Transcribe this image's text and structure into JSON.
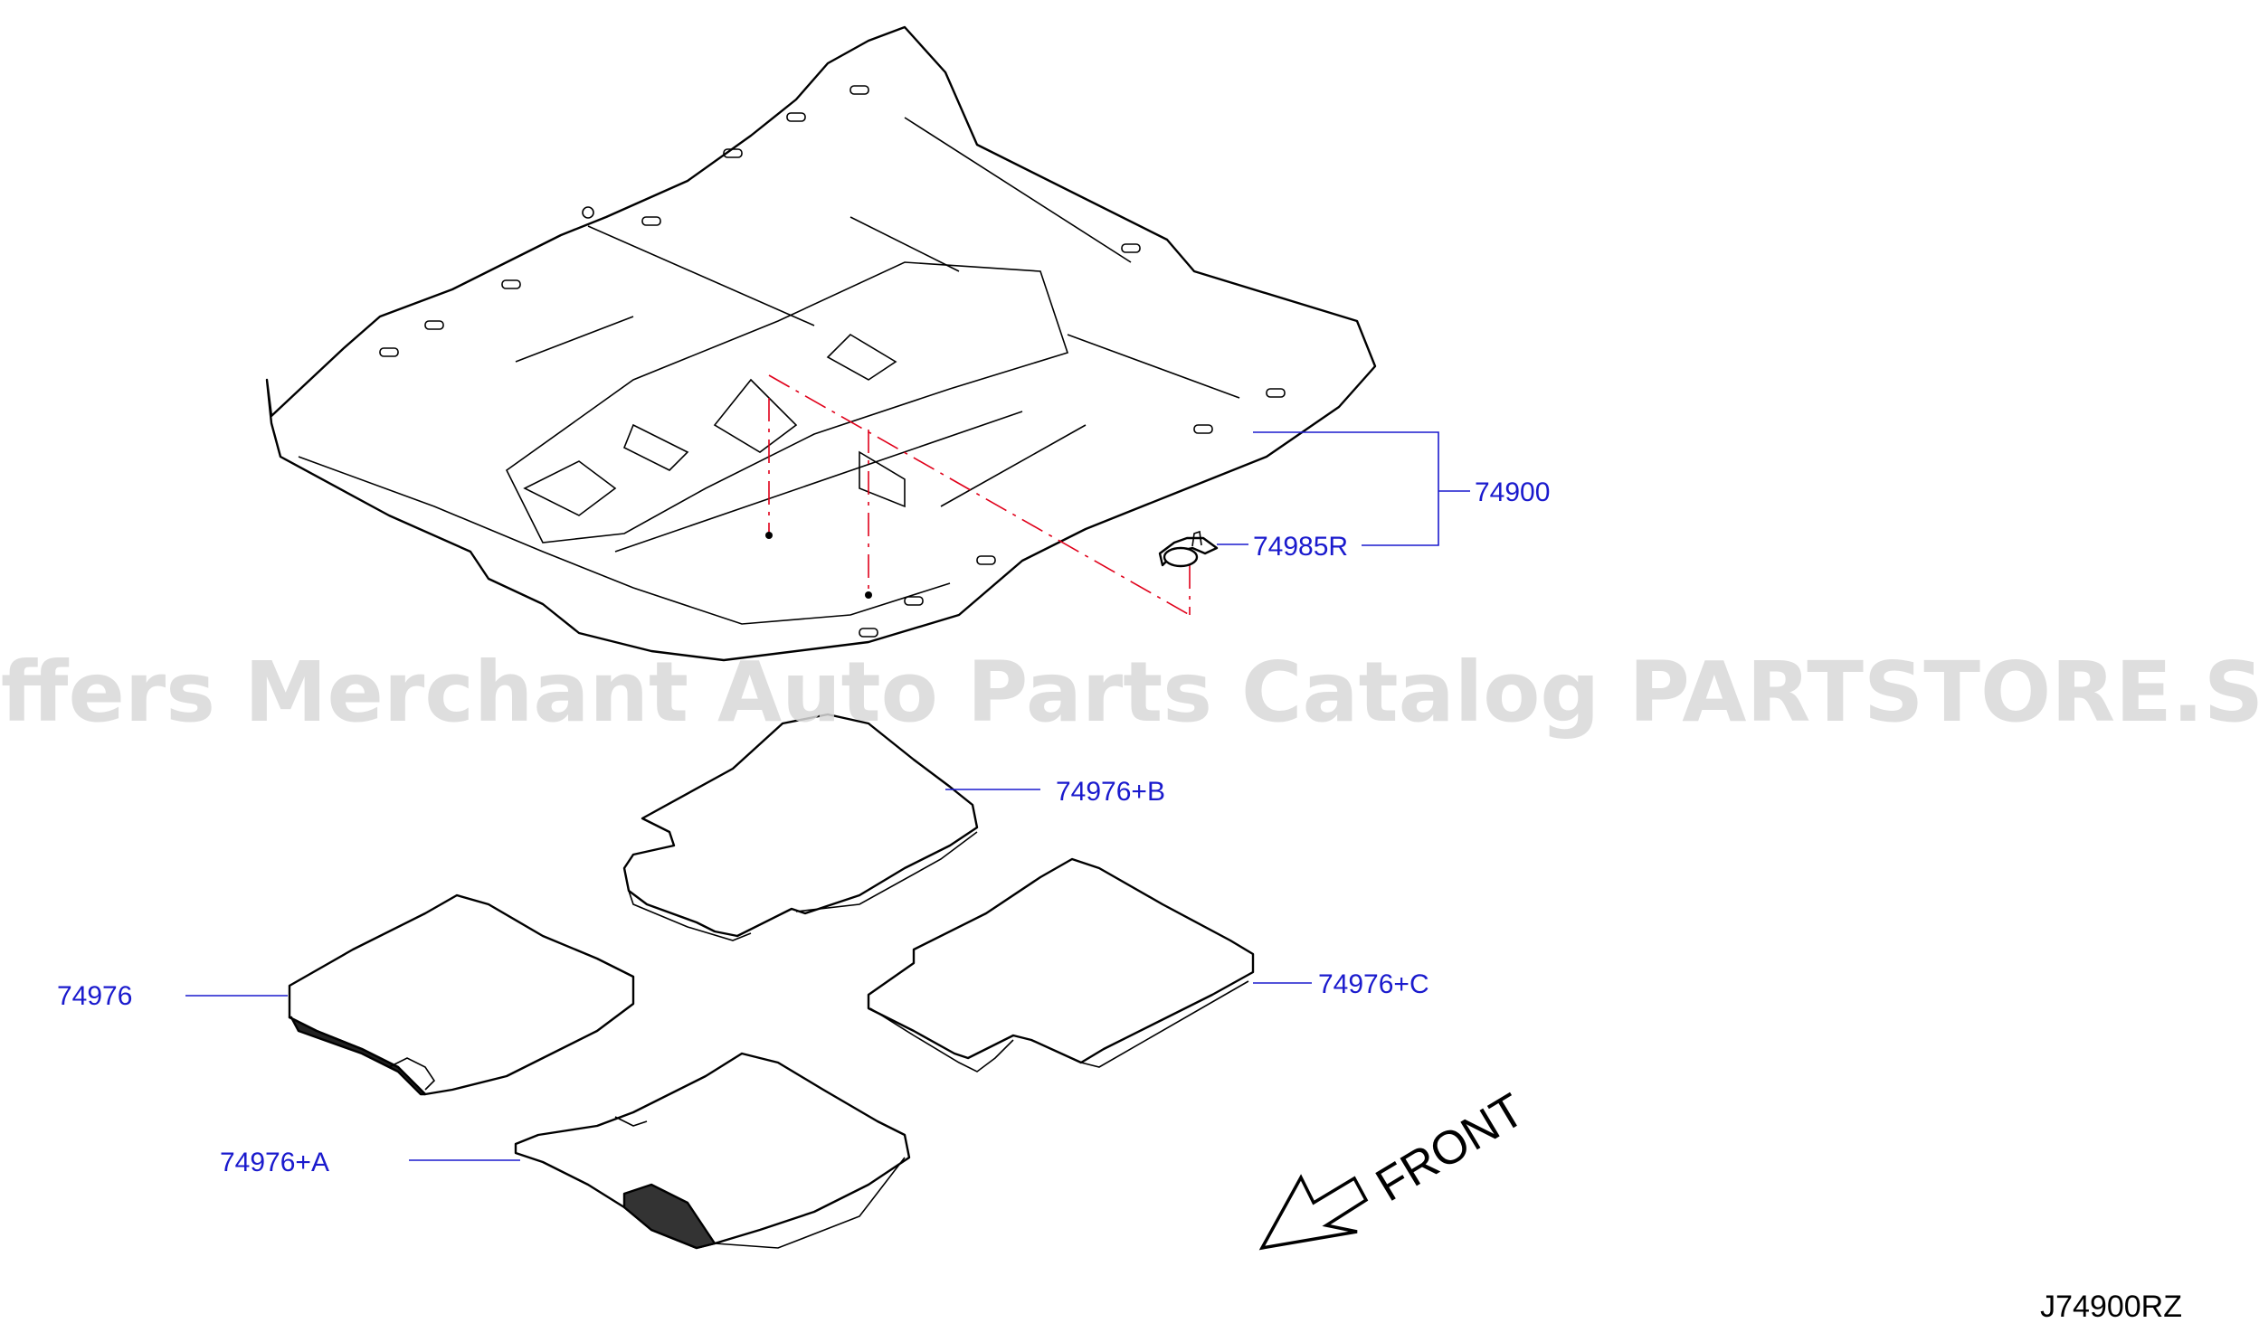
{
  "watermark": "Offers Merchant Auto Parts Catalog PARTSTORE.SA",
  "diagram_code": "J74900RZ",
  "front_label": "FRONT",
  "colors": {
    "callout": "#1a1acd",
    "centerline": "#e0001a",
    "watermark": "#d9d9d9"
  },
  "icons": {
    "direction": "front-arrow-icon"
  },
  "parts": [
    {
      "id": "floor-carpet",
      "number": "74900"
    },
    {
      "id": "carpet-hook",
      "number": "74985R"
    },
    {
      "id": "rear-mat",
      "number": "74976+B"
    },
    {
      "id": "front-left-mat",
      "number": "74976"
    },
    {
      "id": "rear-right-mat",
      "number": "74976+C"
    },
    {
      "id": "front-right-mat",
      "number": "74976+A"
    }
  ]
}
